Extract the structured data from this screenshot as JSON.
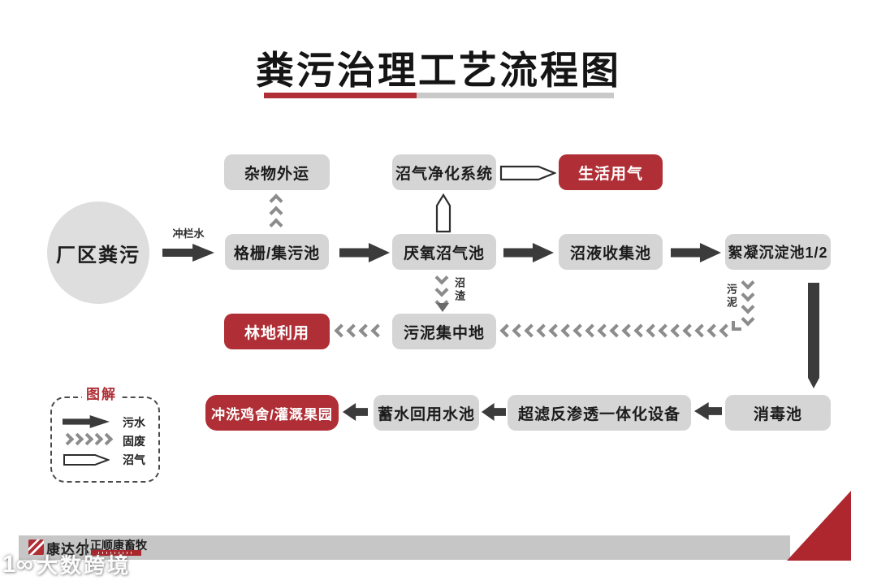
{
  "title": "粪污治理工艺流程图",
  "nodes": {
    "source_circle": "厂区粪污",
    "debris_removal": "杂物外运",
    "biogas_purification": "沼气净化系统",
    "domestic_gas": "生活用气",
    "grid_collection": "格栅/集污池",
    "anaerobic_digester": "厌氧沼气池",
    "slurry_collection": "沼液收集池",
    "flocculation": "絮凝沉淀池1/2",
    "forest_use": "林地利用",
    "sludge_yard": "污泥集中地",
    "flush_irrigate": "冲洗鸡舍/灌溉果园",
    "reuse_pool": "蓄水回用水池",
    "uf_ro_unit": "超滤反渗透一体化设备",
    "disinfection": "消毒池"
  },
  "labels": {
    "flush_water": "冲栏水",
    "biogas_residue": "沼渣",
    "sludge": "污泥"
  },
  "legend": {
    "title": "图解",
    "sewage": "污水",
    "solid_waste": "固废",
    "biogas": "沼气"
  },
  "footer": {
    "brand": "康达尔",
    "sub_brand": "正顺康畜牧"
  },
  "watermark": {
    "icon": "1∞",
    "text": "大数跨境"
  },
  "colors": {
    "accent_red": "#b02f36",
    "node_gray": "#d5d5d5",
    "arrow_dark": "#3b3b3b",
    "chevron_gray": "#8c8c8c",
    "footer_bar_gray": "#c6c6c6"
  }
}
